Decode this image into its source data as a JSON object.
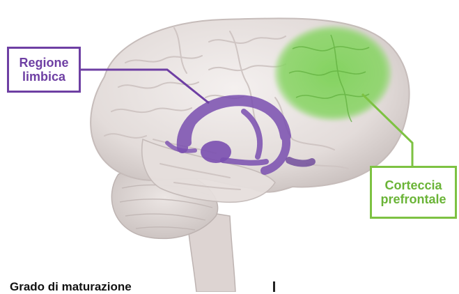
{
  "labels": {
    "limbic": {
      "line1": "Regione",
      "line2": "limbica"
    },
    "prefrontal": {
      "line1": "Corteccia",
      "line2": "prefrontale"
    }
  },
  "bottom": {
    "heading": "Grado di maturazione"
  },
  "colors": {
    "limbic": "#6e3fa3",
    "prefrontal": "#7dc242",
    "brain": "#e9e3e1"
  }
}
